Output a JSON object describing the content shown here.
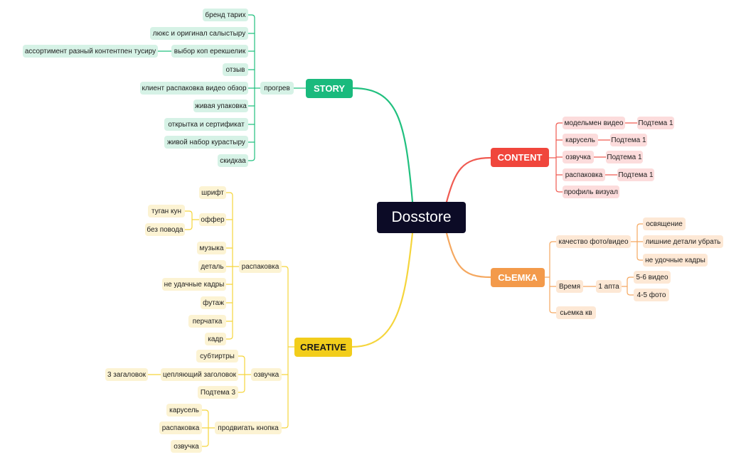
{
  "colors": {
    "root": "#0c0b26",
    "story": "#1aba7d",
    "content": "#f0463c",
    "shoot": "#f39a4b",
    "creative": "#f2cd1b",
    "story_line": "#21c07f",
    "content_line": "#f05a51",
    "shoot_line": "#f5a860",
    "creative_line": "#f5d53c"
  },
  "root": {
    "label": "Dosstore"
  },
  "story": {
    "label": "STORY",
    "progrev": "прогрев",
    "items": [
      "бренд тарих",
      "люкс и оригинал салыстыру",
      "выбор коп ерекшелик",
      "отзыв",
      "клиент распаковка видео обзор",
      "живая упаковка",
      "открытка и сертификат",
      "живой набор курастыру",
      "скидкаа"
    ],
    "assortment": "ассортимент разный контентпен тусиру"
  },
  "content": {
    "label": "CONTENT",
    "items": [
      "модельмен видео",
      "карусель",
      "озвучка",
      "распаковка",
      "профиль визуал"
    ],
    "subtopics": [
      "Подтема 1",
      "Подтема 1",
      "Подтема 1",
      "Подтема 1"
    ]
  },
  "shoot": {
    "label": "СЬЕМКА",
    "quality": "качество фото/видео",
    "quality_items": [
      "освящение",
      "лишние детали убрать",
      "не удочные кадры"
    ],
    "time": "Время",
    "one_week": "1 апта",
    "week_items": [
      "5-6 видео",
      "4-5 фото"
    ],
    "kv": "сьемка кв"
  },
  "creative": {
    "label": "CREATIVE",
    "unboxing": "распаковка",
    "unboxing_items": [
      "шрифт",
      "оффер",
      "музыка",
      "деталь",
      "не удачные кадры",
      "футаж",
      "перчатка",
      "кадр"
    ],
    "offer_items": [
      "туган кун",
      "без повода"
    ],
    "voice": "озвучка",
    "voice_items": [
      "субтиртры",
      "цепляющий заголовок",
      "Подтема 3"
    ],
    "headline_sub": "3 загаловок",
    "promo": "продвигать кнопка",
    "promo_items": [
      "карусель",
      "распаковка",
      "озвучка"
    ]
  }
}
